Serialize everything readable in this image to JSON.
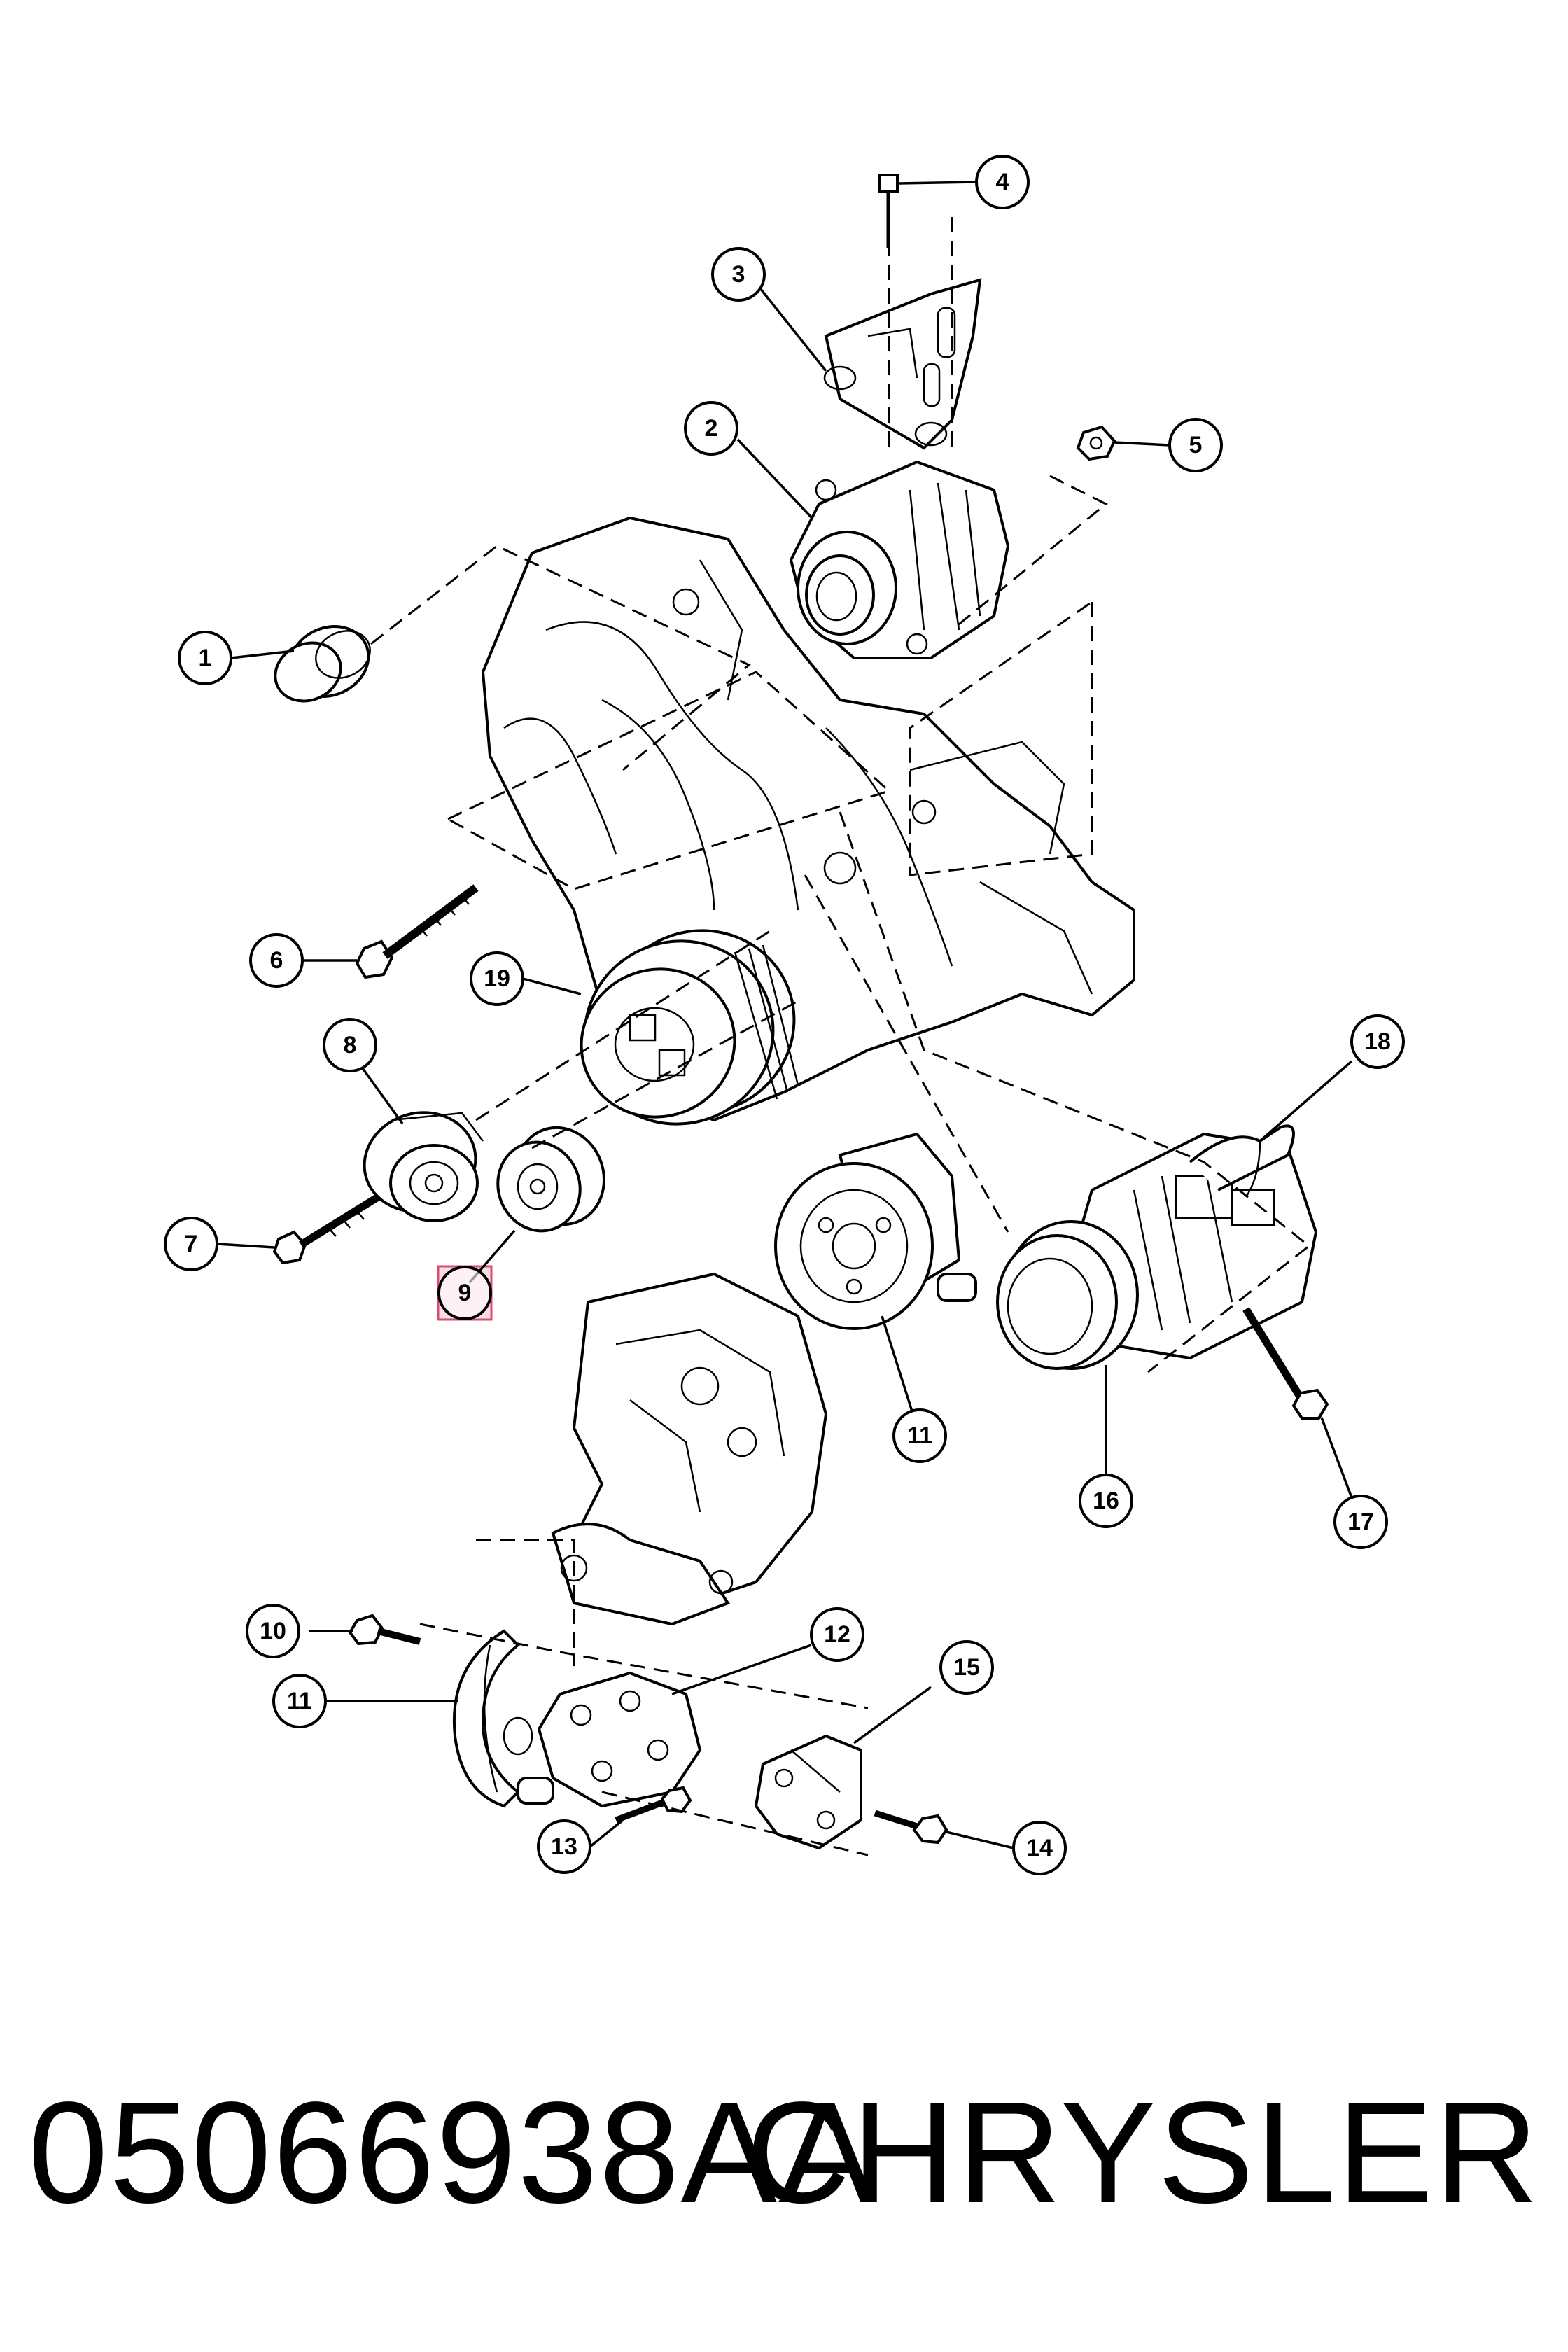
{
  "diagram": {
    "callouts": [
      "1",
      "2",
      "3",
      "4",
      "5",
      "6",
      "7",
      "8",
      "9",
      "10",
      "11",
      "12",
      "13",
      "14",
      "15",
      "16",
      "17",
      "18",
      "19"
    ],
    "callout_lower_11": "11",
    "highlighted_callout": "9",
    "highlight_color": "#d94c6e"
  },
  "footer": {
    "part_number": "05066938AA",
    "brand": "CHRYSLER"
  }
}
